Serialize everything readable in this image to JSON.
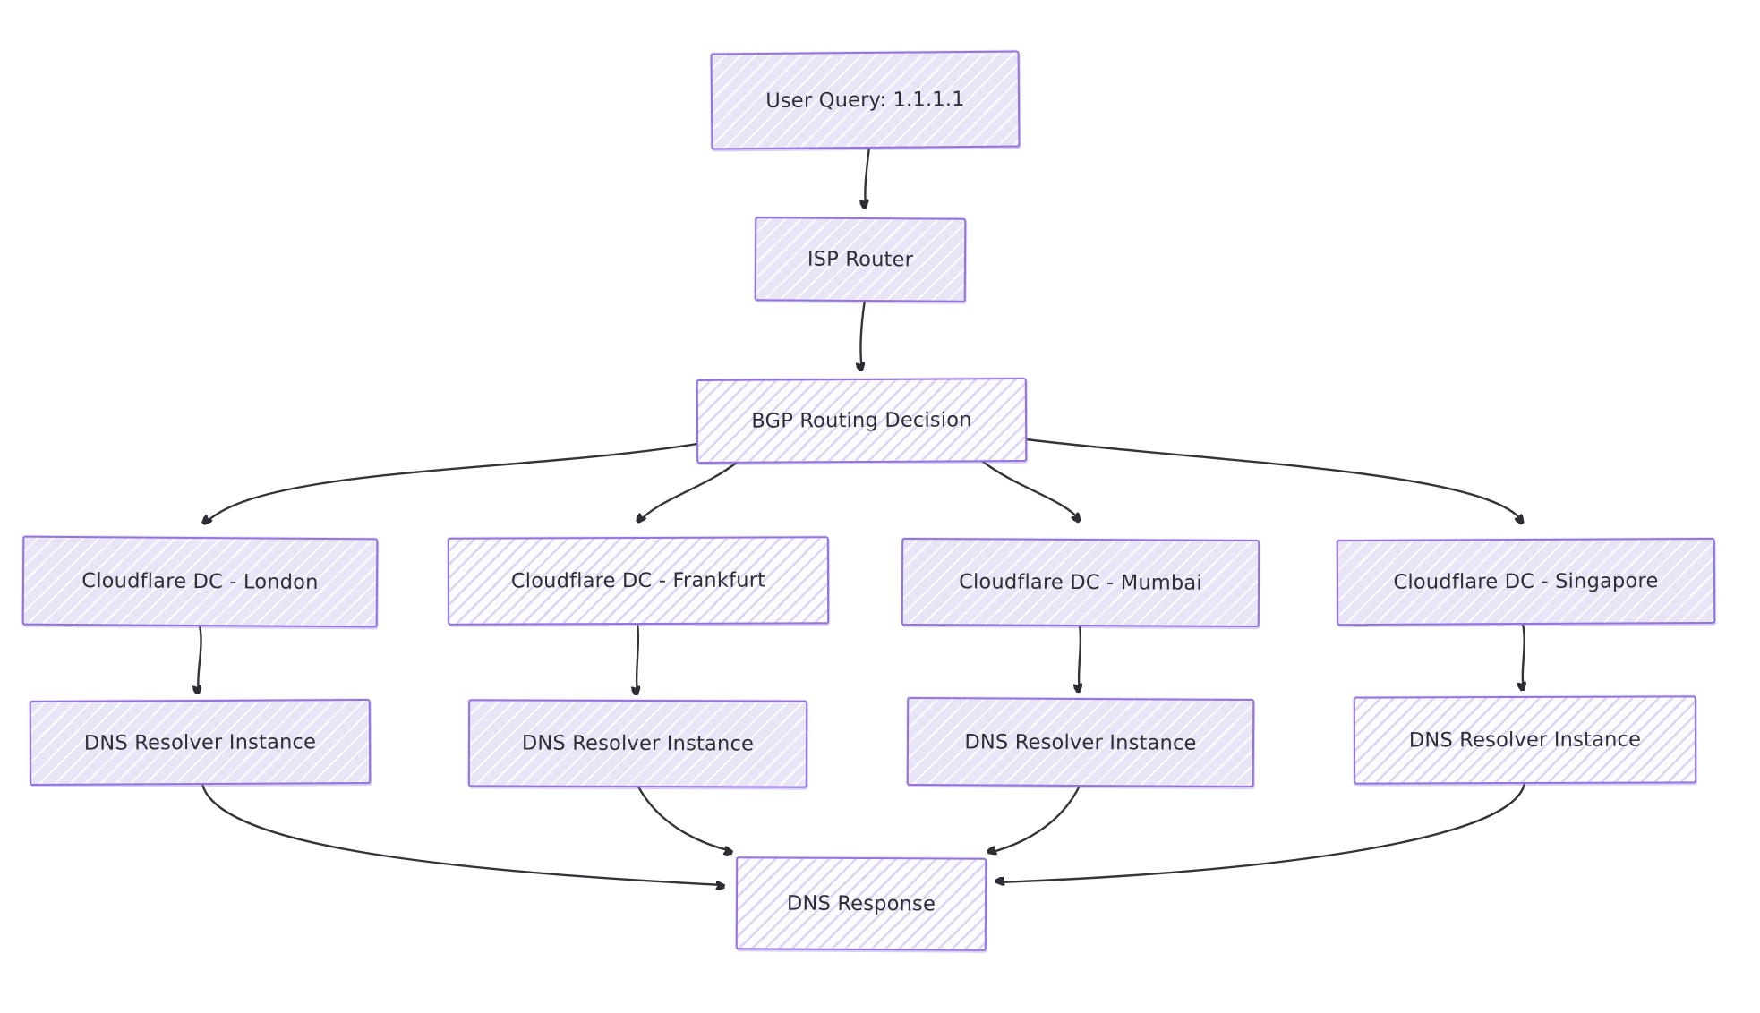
{
  "diagram": {
    "type": "flowchart",
    "background_color": "#ffffff",
    "style": "hand-drawn sketch (rough borders, diagonal hatch fills)",
    "colors": {
      "node_border": "#9373dd",
      "node_fill_lavender": "#e8e5f7",
      "node_fill_white": "#fcfbff",
      "hatch_line_purple": "#dcd4f2",
      "edge_stroke": "#35343b",
      "text": "#2e2e36"
    },
    "nodes": [
      {
        "id": "user-query",
        "label": "User Query: 1.1.1.1"
      },
      {
        "id": "isp-router",
        "label": "ISP Router"
      },
      {
        "id": "bgp-routing",
        "label": "BGP Routing Decision"
      },
      {
        "id": "dc-london",
        "label": "Cloudflare DC - London"
      },
      {
        "id": "dc-frankfurt",
        "label": "Cloudflare DC - Frankfurt"
      },
      {
        "id": "dc-mumbai",
        "label": "Cloudflare DC - Mumbai"
      },
      {
        "id": "dc-singapore",
        "label": "Cloudflare DC - Singapore"
      },
      {
        "id": "resolver-london",
        "label": "DNS Resolver Instance"
      },
      {
        "id": "resolver-frankfurt",
        "label": "DNS Resolver Instance"
      },
      {
        "id": "resolver-mumbai",
        "label": "DNS Resolver Instance"
      },
      {
        "id": "resolver-singapore",
        "label": "DNS Resolver Instance"
      },
      {
        "id": "dns-response",
        "label": "DNS Response"
      }
    ],
    "edges": [
      {
        "from": "user-query",
        "to": "isp-router"
      },
      {
        "from": "isp-router",
        "to": "bgp-routing"
      },
      {
        "from": "bgp-routing",
        "to": "dc-london"
      },
      {
        "from": "bgp-routing",
        "to": "dc-frankfurt"
      },
      {
        "from": "bgp-routing",
        "to": "dc-mumbai"
      },
      {
        "from": "bgp-routing",
        "to": "dc-singapore"
      },
      {
        "from": "dc-london",
        "to": "resolver-london"
      },
      {
        "from": "dc-frankfurt",
        "to": "resolver-frankfurt"
      },
      {
        "from": "dc-mumbai",
        "to": "resolver-mumbai"
      },
      {
        "from": "dc-singapore",
        "to": "resolver-singapore"
      },
      {
        "from": "resolver-london",
        "to": "dns-response"
      },
      {
        "from": "resolver-frankfurt",
        "to": "dns-response"
      },
      {
        "from": "resolver-mumbai",
        "to": "dns-response"
      },
      {
        "from": "resolver-singapore",
        "to": "dns-response"
      }
    ]
  }
}
